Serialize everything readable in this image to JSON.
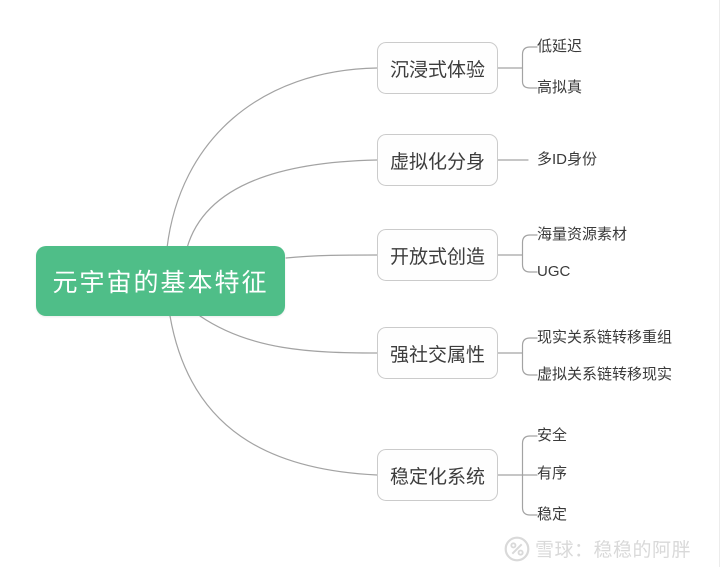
{
  "mindmap": {
    "root": {
      "label": "元宇宙的基本特征"
    },
    "branches": [
      {
        "label": "沉浸式体验",
        "children": [
          "低延迟",
          "高拟真"
        ]
      },
      {
        "label": "虚拟化分身",
        "children": [
          "多ID身份"
        ]
      },
      {
        "label": "开放式创造",
        "children": [
          "海量资源素材",
          "UGC"
        ]
      },
      {
        "label": "强社交属性",
        "children": [
          "现实关系链转移重组",
          "虚拟关系链转移现实"
        ]
      },
      {
        "label": "稳定化系统",
        "children": [
          "安全",
          "有序",
          "稳定"
        ]
      }
    ]
  },
  "footer": {
    "logo": "xueqiu-logo",
    "text": "雪球：稳稳的阿胖"
  },
  "colors": {
    "root_fill": "#4FBE88",
    "root_text": "#ffffff",
    "connector": "#a3a3a3",
    "node_border": "#cbcbcb",
    "node_text": "#3d3d3d",
    "leaf_text": "#3a3a3a",
    "watermark": "#d9d9d9",
    "background": "#ffffff"
  }
}
